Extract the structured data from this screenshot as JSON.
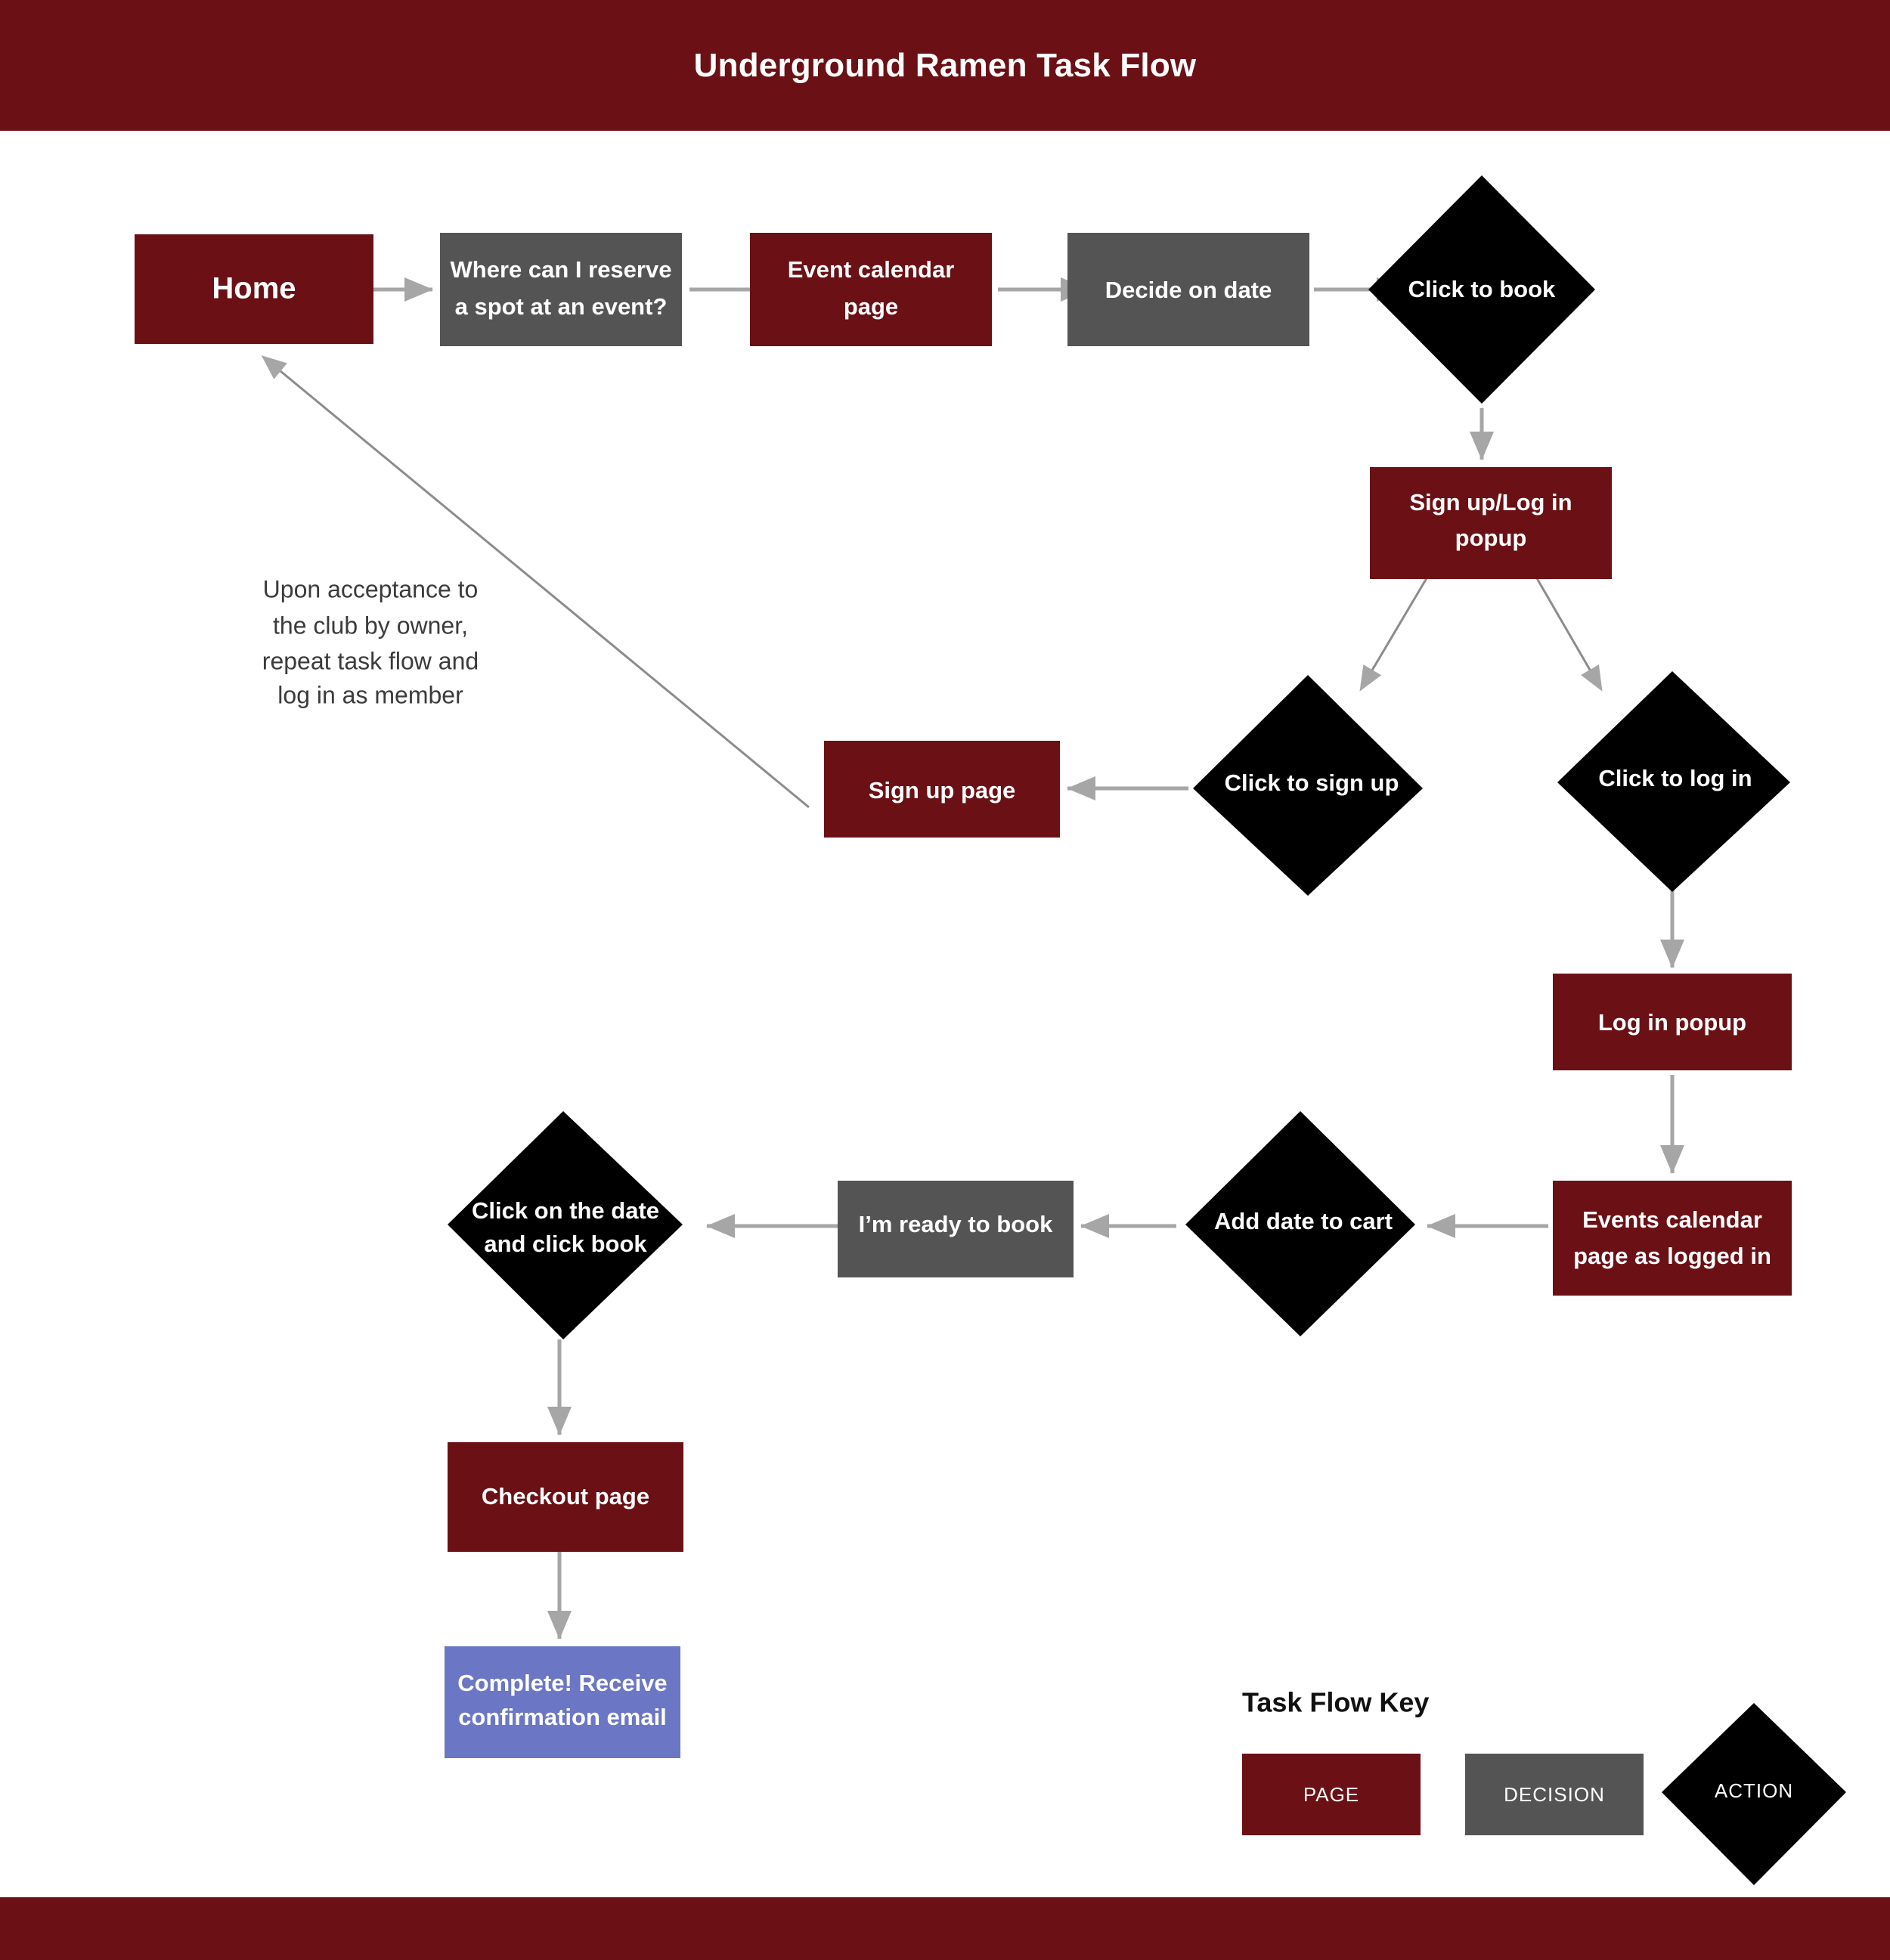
{
  "header": {
    "title": "Underground Ramen Task Flow",
    "bar_color": "#6B1015"
  },
  "footer": {
    "bar_color": "#6B1015"
  },
  "palette": {
    "page": "#6B1015",
    "decision": "#545454",
    "action": "#000000",
    "complete": "#6B76C4",
    "arrow": "#a6a6a6",
    "note_text": "#3b3b3b",
    "canvas": "#ffffff"
  },
  "nodes": {
    "home": {
      "label": "Home",
      "type": "page"
    },
    "where_reserve": {
      "line1": "Where can I reserve",
      "line2": "a spot at an event?",
      "type": "decision"
    },
    "event_calendar": {
      "line1": "Event calendar",
      "line2": "page",
      "type": "page"
    },
    "decide_date": {
      "label": "Decide on date",
      "type": "decision"
    },
    "click_to_book": {
      "label": "Click to book",
      "type": "action"
    },
    "signup_login_popup": {
      "line1": "Sign up/Log in",
      "line2": "popup",
      "type": "page"
    },
    "click_sign_up": {
      "label": "Click to sign up",
      "type": "action"
    },
    "click_log_in": {
      "label": "Click to log in",
      "type": "action"
    },
    "sign_up_page": {
      "label": "Sign up page",
      "type": "page"
    },
    "log_in_popup": {
      "label": "Log in popup",
      "type": "page"
    },
    "events_calendar_logged_in": {
      "line1": "Events calendar",
      "line2": "page as logged in",
      "type": "page"
    },
    "add_date_cart": {
      "label": "Add date to cart",
      "type": "action"
    },
    "ready_to_book": {
      "label": "I’m ready to book",
      "type": "decision"
    },
    "click_date_book": {
      "line1": "Click on the date",
      "line2": "and click book",
      "type": "action"
    },
    "checkout_page": {
      "label": "Checkout page",
      "type": "page"
    },
    "complete_email": {
      "line1": "Complete! Receive",
      "line2": "confirmation email",
      "type": "complete"
    }
  },
  "annotation": {
    "line1": "Upon acceptance to",
    "line2": "the club by owner,",
    "line3": "repeat task flow and",
    "line4": "log in as member"
  },
  "key": {
    "title": "Task Flow Key",
    "items": [
      {
        "label": "PAGE",
        "type": "page"
      },
      {
        "label": "DECISION",
        "type": "decision"
      },
      {
        "label": "ACTION",
        "type": "action"
      }
    ]
  }
}
